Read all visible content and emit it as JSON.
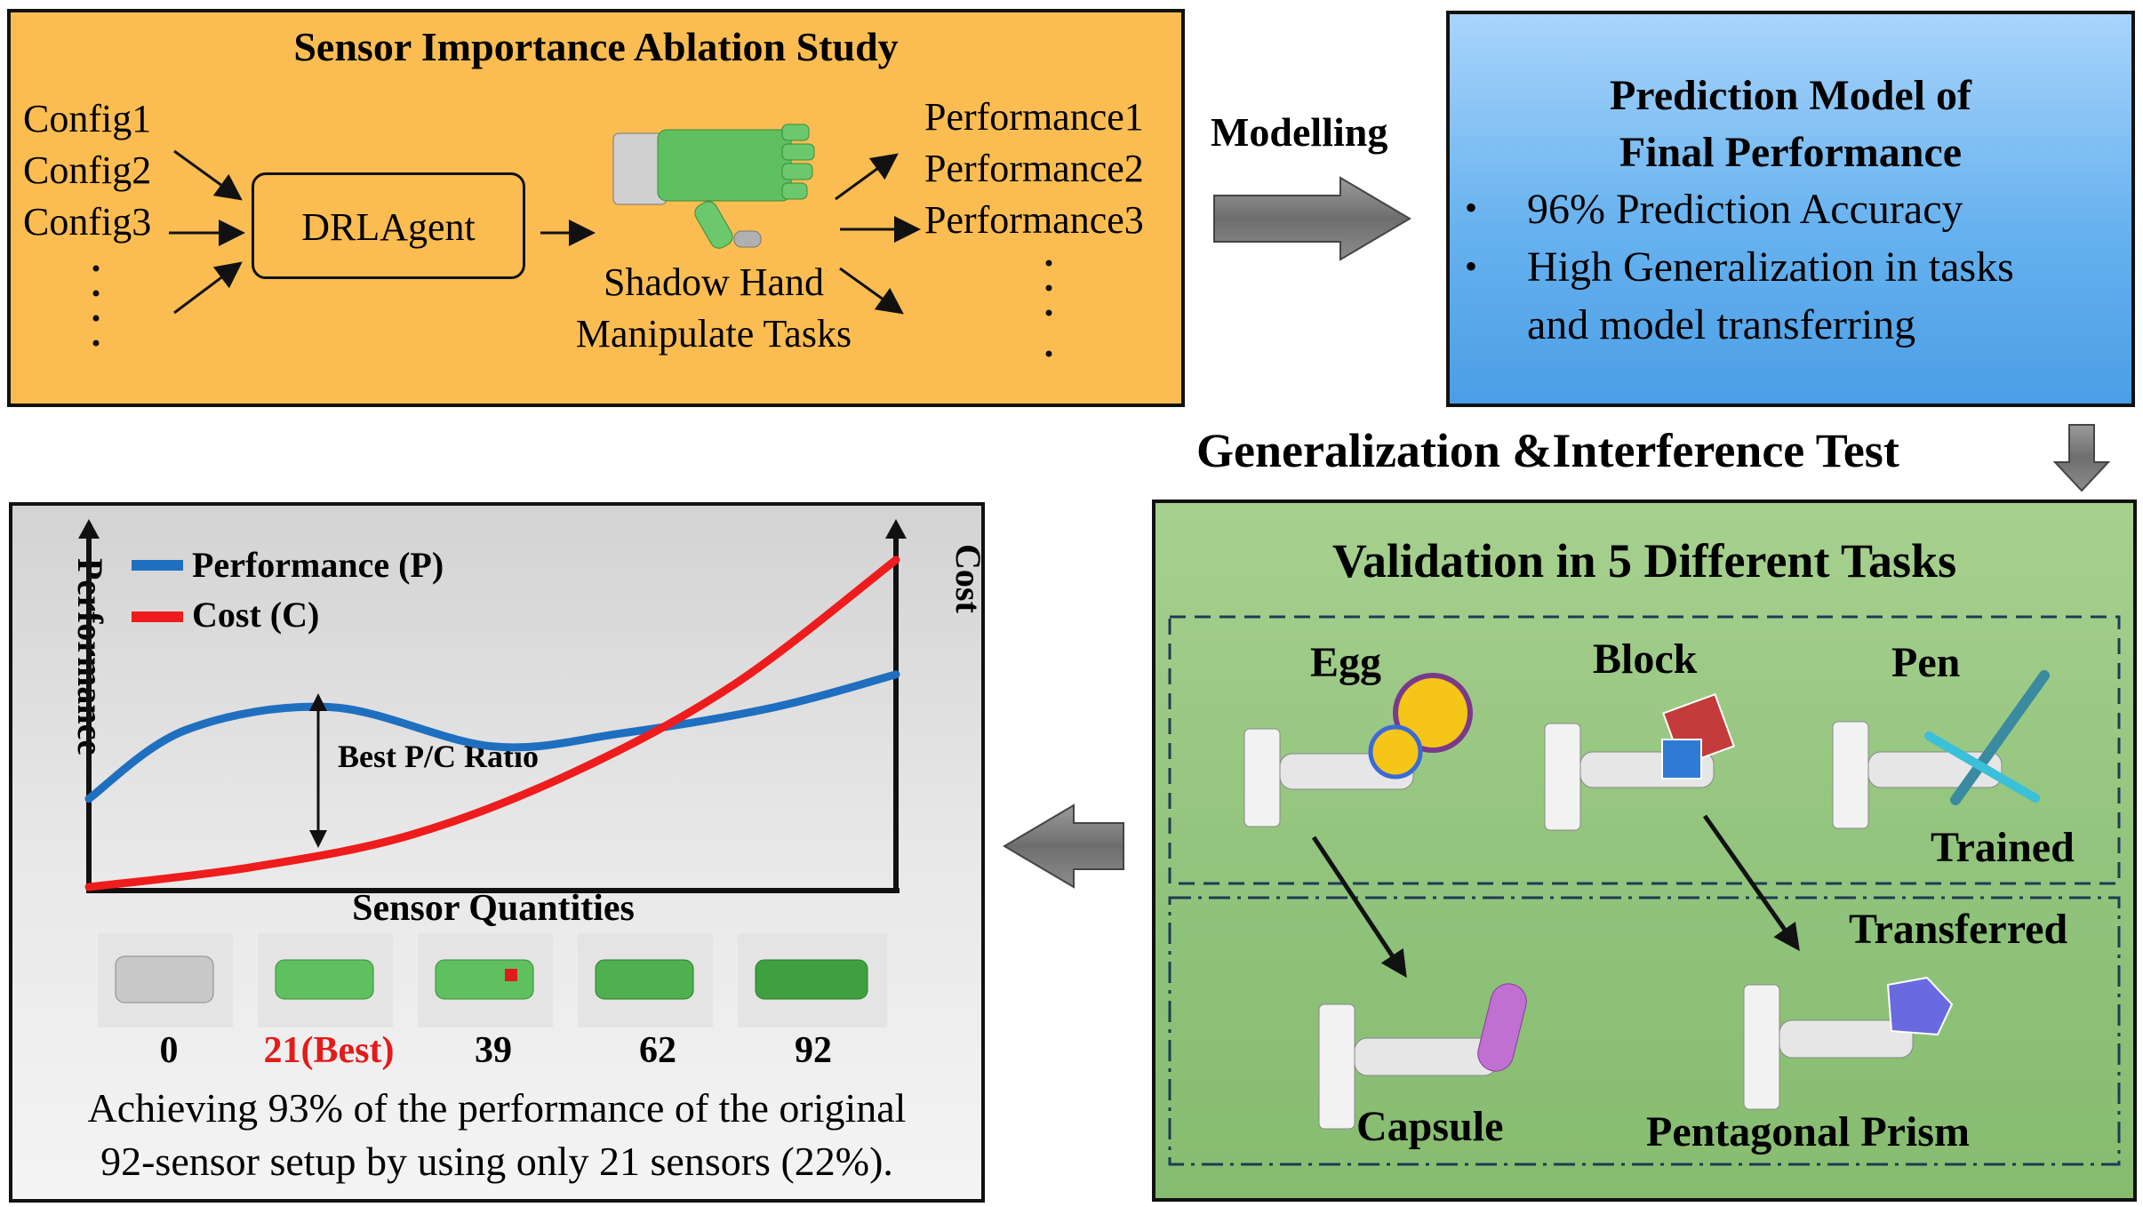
{
  "ablation": {
    "title": "Sensor Importance Ablation Study",
    "configs": [
      "Config1",
      "Config2",
      "Config3"
    ],
    "agent": "DRLAgent",
    "hand_label_1": "Shadow Hand",
    "hand_label_2": "Manipulate Tasks",
    "performances": [
      "Performance1",
      "Performance2",
      "Performance3"
    ]
  },
  "modelling_label": "Modelling",
  "prediction": {
    "title_1": "Prediction Model of",
    "title_2": "Final Performance",
    "bullet_1": "96% Prediction Accuracy",
    "bullet_2_line1": "High Generalization in tasks",
    "bullet_2_line2": "and model transferring"
  },
  "generalization_label": "Generalization &Interference Test",
  "validation": {
    "title": "Validation in 5 Different Tasks",
    "tasks_trained": [
      "Egg",
      "Block",
      "Pen"
    ],
    "trained_label": "Trained",
    "transferred_label": "Transferred",
    "tasks_transferred": [
      "Capsule",
      "Pentagonal Prism"
    ]
  },
  "chart": {
    "ylabel_left": "Performance",
    "ylabel_right": "Cost",
    "xlabel": "Sensor Quantities",
    "legend": [
      "Performance (P)",
      "Cost (C)"
    ],
    "annotation": "Best P/C Ratio",
    "colors": {
      "performance": "#1f6fc0",
      "cost": "#ee1c1c",
      "best": "#e21b1b"
    }
  },
  "chart_data": {
    "type": "line",
    "xlabel": "Sensor Quantities",
    "ylabel": "Performance",
    "y2label": "Cost",
    "series": [
      {
        "name": "Performance (P)",
        "points": [
          [
            0,
            0.27
          ],
          [
            0.12,
            0.48
          ],
          [
            0.3,
            0.55
          ],
          [
            0.5,
            0.43
          ],
          [
            0.66,
            0.47
          ],
          [
            0.85,
            0.55
          ],
          [
            1.0,
            0.65
          ]
        ]
      },
      {
        "name": "Cost (C)",
        "points": [
          [
            0,
            0.0
          ],
          [
            0.2,
            0.06
          ],
          [
            0.4,
            0.16
          ],
          [
            0.6,
            0.35
          ],
          [
            0.8,
            0.62
          ],
          [
            1.0,
            1.0
          ]
        ]
      }
    ],
    "annotation": {
      "text": "Best P/C Ratio"
    }
  },
  "sensor_thumbs": [
    {
      "label": "0",
      "highlight": false
    },
    {
      "label": "21(Best)",
      "highlight": true
    },
    {
      "label": "39",
      "highlight": false
    },
    {
      "label": "62",
      "highlight": false
    },
    {
      "label": "92",
      "highlight": false
    }
  ],
  "summary_line1": "Achieving 93% of the performance of the original",
  "summary_line2": "92-sensor setup by using only 21 sensors (22%)."
}
